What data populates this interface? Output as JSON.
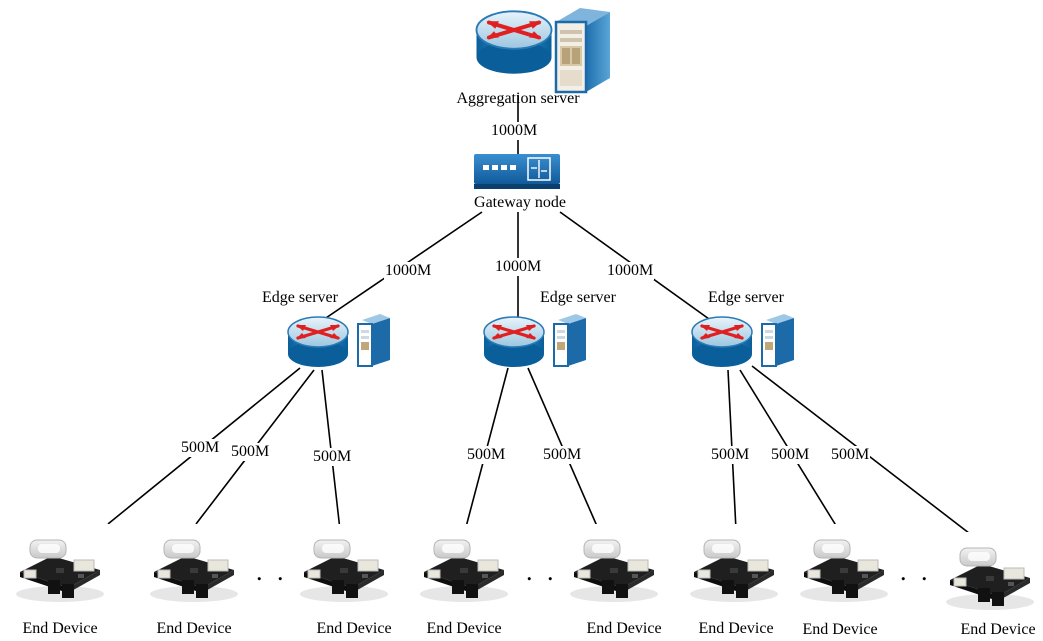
{
  "nodes": {
    "aggregation": "Aggregation server",
    "gateway": "Gateway node",
    "edge_1": "Edge server",
    "edge_2": "Edge server",
    "edge_3": "Edge server"
  },
  "links": {
    "agg_gateway": "1000M",
    "gw_edge1": "1000M",
    "gw_edge2": "1000M",
    "gw_edge3": "1000M",
    "e1_d1": "500M",
    "e1_d2": "500M",
    "e1_d3": "500M",
    "e2_d4": "500M",
    "e2_d5": "500M",
    "e3_d6": "500M",
    "e3_d7": "500M",
    "e3_d8": "500M"
  },
  "devices": {
    "d1": "End Device",
    "d2": "End Device",
    "d3": "End Device",
    "d4": "End Device",
    "d5": "End Device",
    "d6": "End Device",
    "d7": "End Device",
    "d8": "End Device"
  },
  "ellipsis": ". ."
}
